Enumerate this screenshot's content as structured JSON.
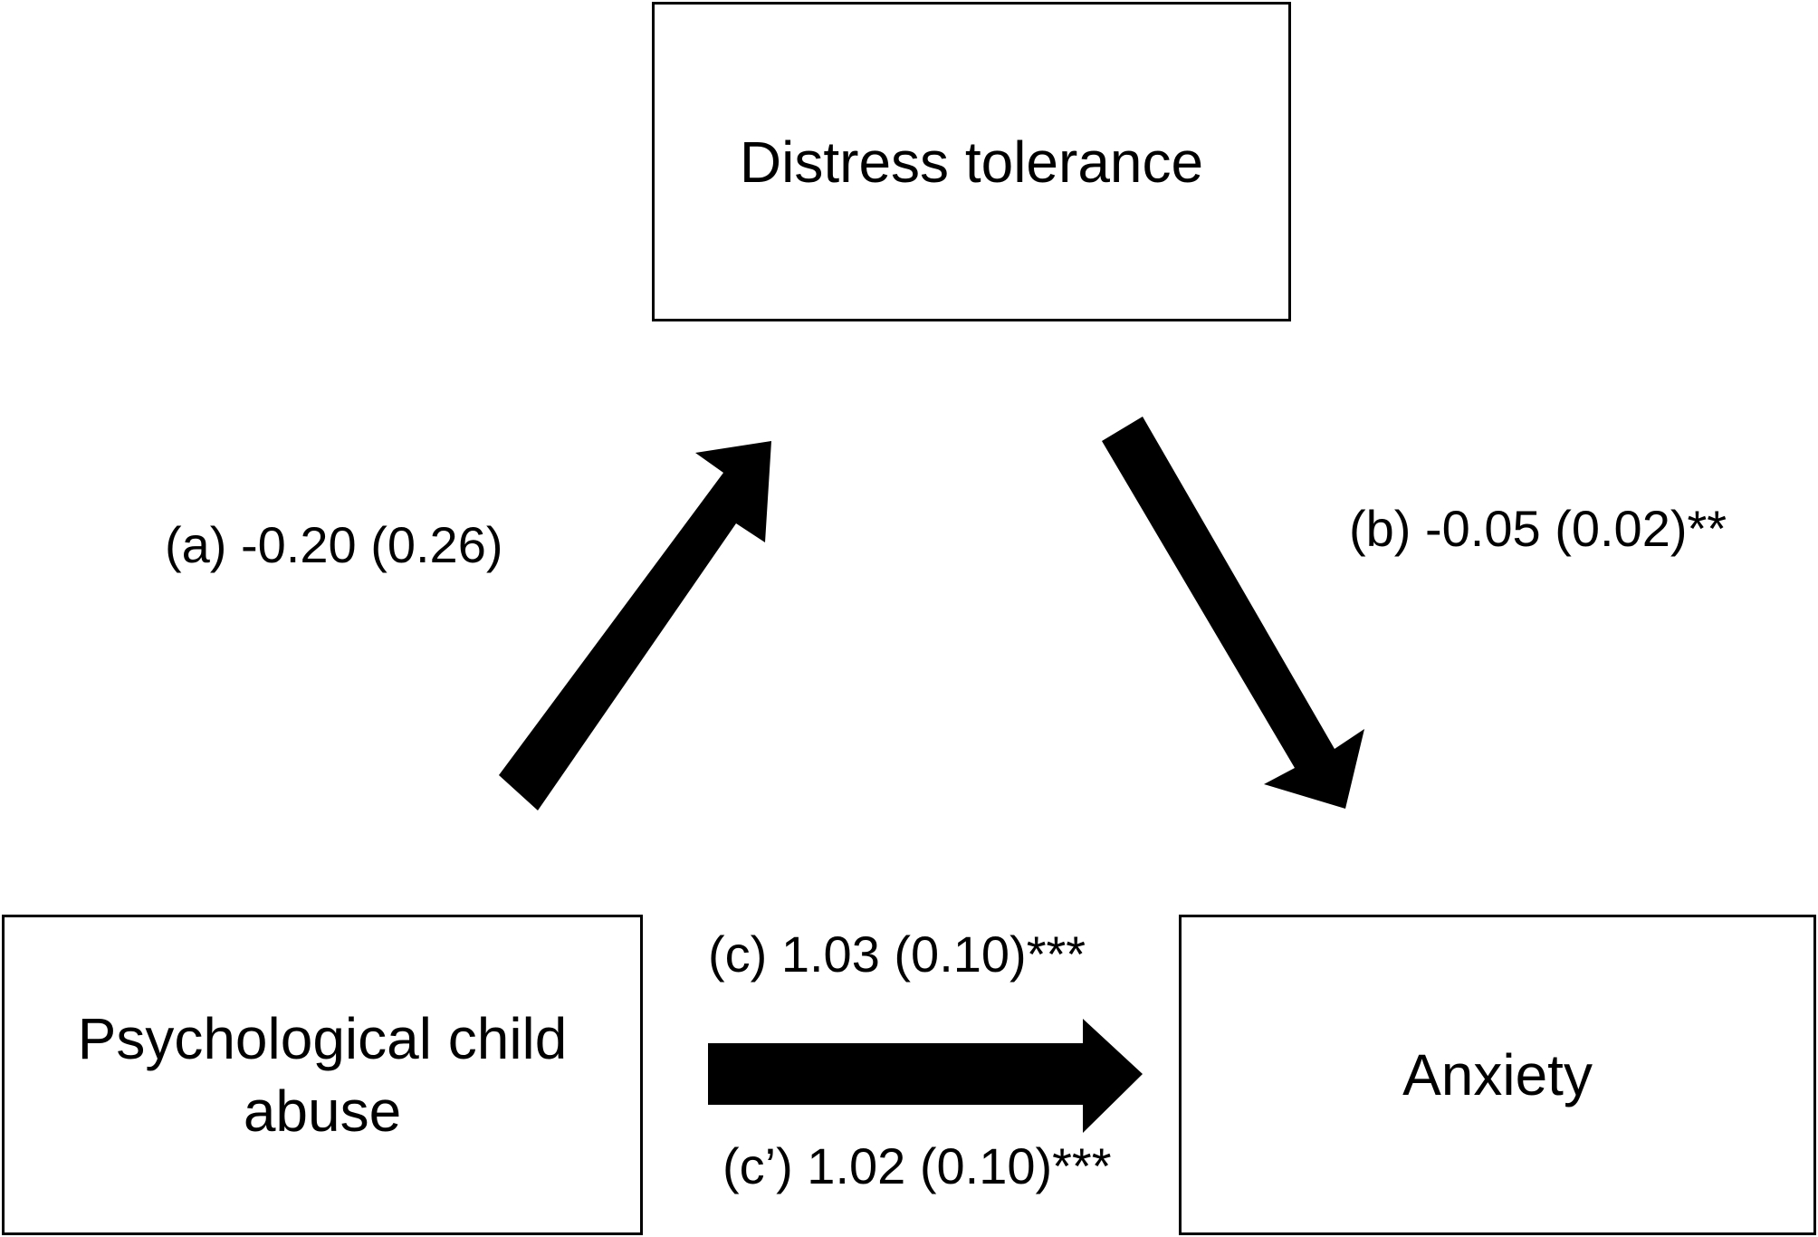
{
  "diagram": {
    "nodes": {
      "mediator": "Distress tolerance",
      "predictor": "Psychological child abuse",
      "outcome": "Anxiety"
    },
    "paths": {
      "a": "(a) -0.20 (0.26)",
      "b": "(b) -0.05 (0.02)**",
      "c": "(c) 1.03 (0.10)***",
      "c_prime": "(c’) 1.02 (0.10)***"
    },
    "colors": {
      "arrow": "#000000",
      "box_border": "#000000",
      "background": "#ffffff"
    }
  }
}
